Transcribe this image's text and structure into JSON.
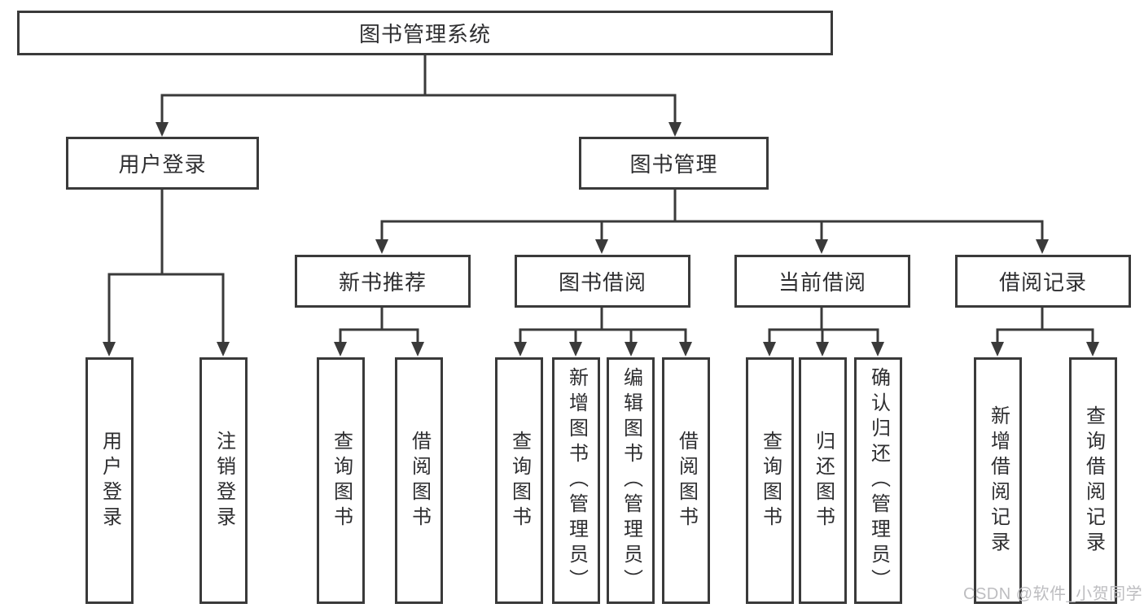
{
  "colors": {
    "line": "#3a3a3a",
    "text": "#2e2e30",
    "background": "#ffffff",
    "watermark": "#bdbdc0"
  },
  "tree": {
    "label": "图书管理系统",
    "children": [
      {
        "label": "用户登录",
        "children": [
          {
            "label": "用户登录"
          },
          {
            "label": "注销登录"
          }
        ]
      },
      {
        "label": "图书管理",
        "children": [
          {
            "label": "新书推荐",
            "children": [
              {
                "label": "查询图书"
              },
              {
                "label": "借阅图书"
              }
            ]
          },
          {
            "label": "图书借阅",
            "children": [
              {
                "label": "查询图书"
              },
              {
                "label": "新增图书（管理员）"
              },
              {
                "label": "编辑图书（管理员）"
              },
              {
                "label": "借阅图书"
              }
            ]
          },
          {
            "label": "当前借阅",
            "children": [
              {
                "label": "查询图书"
              },
              {
                "label": "归还图书"
              },
              {
                "label": "确认归还（管理员）"
              }
            ]
          },
          {
            "label": "借阅记录",
            "children": [
              {
                "label": "新增借阅记录"
              },
              {
                "label": "查询借阅记录"
              }
            ]
          }
        ]
      }
    ]
  },
  "watermark": {
    "text": "CSDN @软件_小贺同学"
  }
}
